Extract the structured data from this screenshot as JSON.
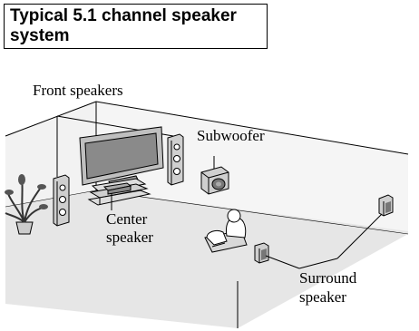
{
  "title": "Typical 5.1 channel speaker system",
  "labels": {
    "front": "Front speakers",
    "subwoofer": "Subwoofer",
    "center_line1": "Center",
    "center_line2": "speaker",
    "surround_line1": "Surround",
    "surround_line2": "speaker"
  },
  "colors": {
    "room_fill": "#e6e6e6",
    "line": "#000000",
    "speaker_fill": "#cfcfcf"
  }
}
